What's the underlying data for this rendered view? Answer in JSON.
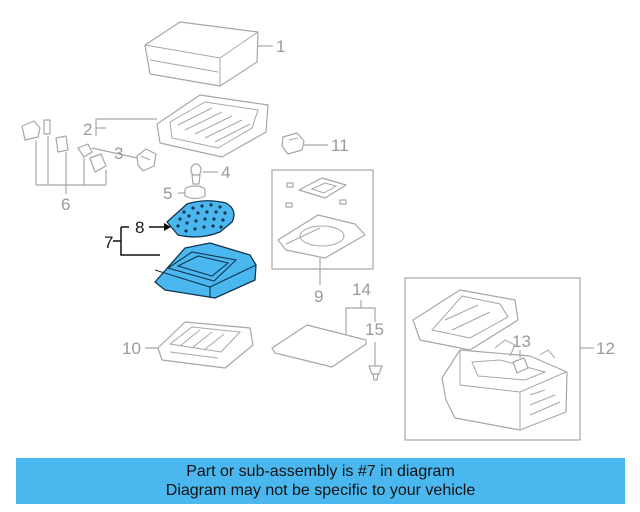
{
  "callouts": {
    "c1": "1",
    "c2": "2",
    "c3": "3",
    "c4": "4",
    "c5": "5",
    "c6": "6",
    "c7": "7",
    "c8": "8",
    "c9": "9",
    "c10": "10",
    "c11": "11",
    "c12": "12",
    "c13": "13",
    "c14": "14",
    "c15": "15"
  },
  "highlighted_part": "7",
  "highlight_color": "#4ab8ee",
  "banner": {
    "line1": "Part or sub-assembly is #7 in diagram",
    "line2": "Diagram may not be specific to your vehicle"
  }
}
